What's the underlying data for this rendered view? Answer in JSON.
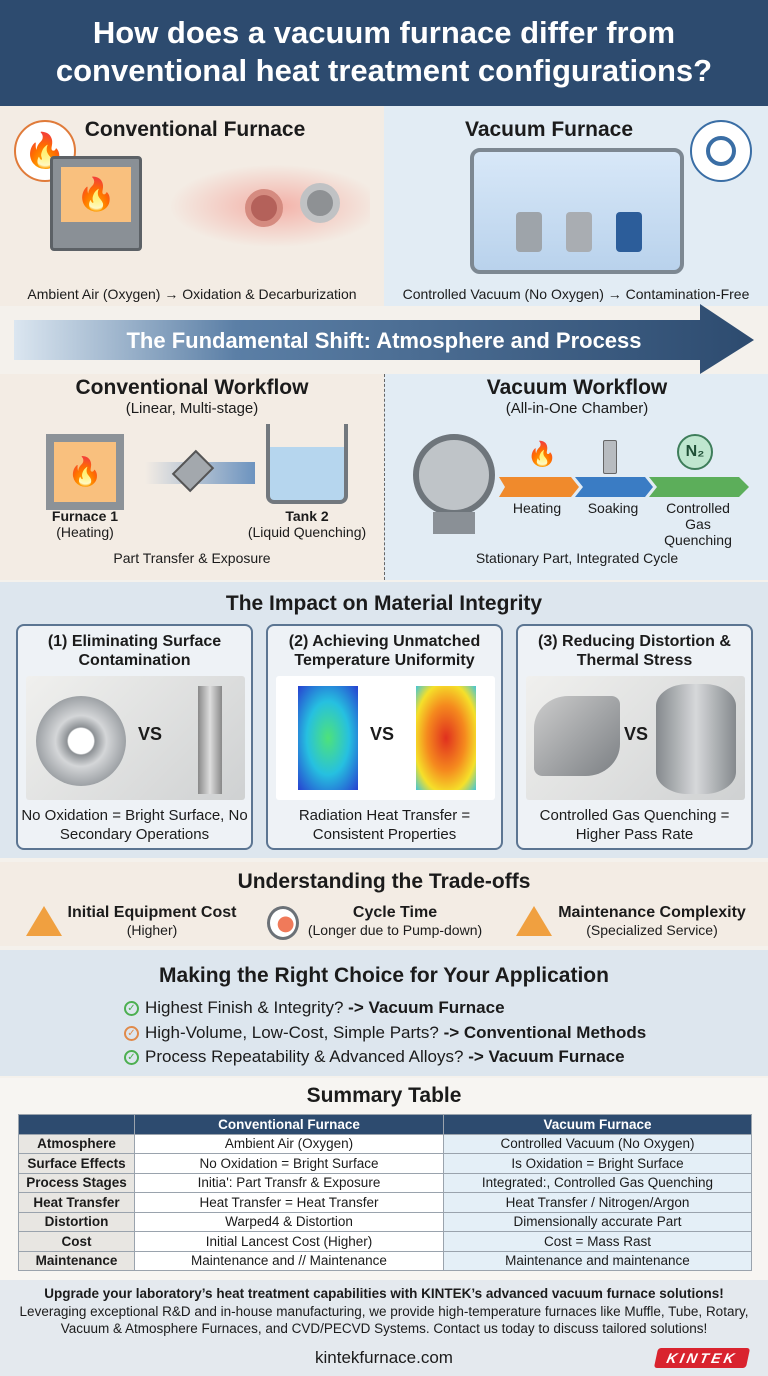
{
  "title": "How does a vacuum furnace differ from conventional heat treatment configurations?",
  "top": {
    "left_title": "Conventional Furnace",
    "left_caption": "Ambient Air (Oxygen) → Oxidation & Decarburization",
    "right_title": "Vacuum Furnace",
    "right_caption": "Controlled Vacuum (No Oxygen) → Contamination-Free"
  },
  "shift_banner": "The Fundamental Shift: Atmosphere and Process",
  "workflow": {
    "conv_title": "Conventional Workflow",
    "conv_sub": "(Linear, Multi-stage)",
    "furnace_label": "Furnace 1",
    "furnace_sub": "(Heating)",
    "tank_label": "Tank 2",
    "tank_sub": "(Liquid Quenching)",
    "conv_caption": "Part Transfer & Exposure",
    "vac_title": "Vacuum Workflow",
    "vac_sub": "(All-in-One Chamber)",
    "steps": [
      "Heating",
      "Soaking",
      "Controlled Gas Quenching"
    ],
    "n2": "N₂",
    "vac_caption": "Stationary Part, Integrated Cycle"
  },
  "impact": {
    "title": "The Impact on Material Integrity",
    "vs": "VS",
    "cards": [
      {
        "title": "(1) Eliminating Surface Contamination",
        "caption": "No Oxidation = Bright Surface, No Secondary Operations"
      },
      {
        "title": "(2) Achieving Unmatched Temperature Uniformity",
        "caption": "Radiation Heat Transfer = Consistent Properties"
      },
      {
        "title": "(3) Reducing Distortion & Thermal Stress",
        "caption": "Controlled Gas Quenching = Higher Pass Rate"
      }
    ]
  },
  "tradeoffs": {
    "title": "Understanding the Trade-offs",
    "items": [
      {
        "label": "Initial Equipment Cost",
        "sub": "(Higher)",
        "icon": "warning-icon"
      },
      {
        "label": "Cycle Time",
        "sub": "(Longer due to Pump-down)",
        "icon": "stopwatch-icon"
      },
      {
        "label": "Maintenance Complexity",
        "sub": "(Specialized Service)",
        "icon": "warning-icon"
      }
    ]
  },
  "choice": {
    "title": "Making the Right Choice for Your Application",
    "items": [
      {
        "q": "Highest Finish & Integrity?",
        "a": "-> Vacuum Furnace",
        "color": "#4caf50"
      },
      {
        "q": "High-Volume, Low-Cost, Simple Parts?",
        "a": "-> Conventional Methods",
        "color": "#e08a4a"
      },
      {
        "q": "Process Repeatability & Advanced Alloys?",
        "a": "-> Vacuum Furnace",
        "color": "#4caf50"
      }
    ]
  },
  "summary": {
    "title": "Summary Table",
    "headers": [
      "",
      "Conventional Furnace",
      "Vacuum Furnace"
    ],
    "rows": [
      [
        "Atmosphere",
        "Ambient Air (Oxygen)",
        "Controlled Vacuum (No Oxygen)"
      ],
      [
        "Surface Effects",
        "No Oxidation = Bright Surface",
        "Is Oxidation = Bright Surface"
      ],
      [
        "Process Stages",
        "Initia': Part Transfr & Exposure",
        "Integrated:, Controlled Gas Quenching"
      ],
      [
        "Heat Transfer",
        "Heat Transfer = Heat Transfer",
        "Heat Transfer / Nitrogen/Argon"
      ],
      [
        "Distortion",
        "Warped4 & Distortion",
        "Dimensionally accurate Part"
      ],
      [
        "Cost",
        "Initial Lancest Cost (Higher)",
        "Cost = Mass Rast"
      ],
      [
        "Maintenance",
        "Maintenance and // Maintenance",
        "Maintenance and maintenance"
      ]
    ]
  },
  "footer": {
    "headline": "Upgrade your laboratory’s heat treatment capabilities with KINTEK’s advanced vacuum furnace solutions!",
    "body": "Leveraging exceptional R&D and in-house manufacturing, we provide high-temperature furnaces like Muffle, Tube, Rotary, Vacuum & Atmosphere Furnaces, and CVD/PECVD Systems. Contact us today to discuss tailored solutions!",
    "url": "kintekfurnace.com",
    "logo": "KINTEK"
  },
  "colors": {
    "navy": "#2d4b6f",
    "orange": "#f08a2c",
    "blue": "#3a7cc4",
    "green": "#5cae5a",
    "brand_red": "#d9232e"
  }
}
